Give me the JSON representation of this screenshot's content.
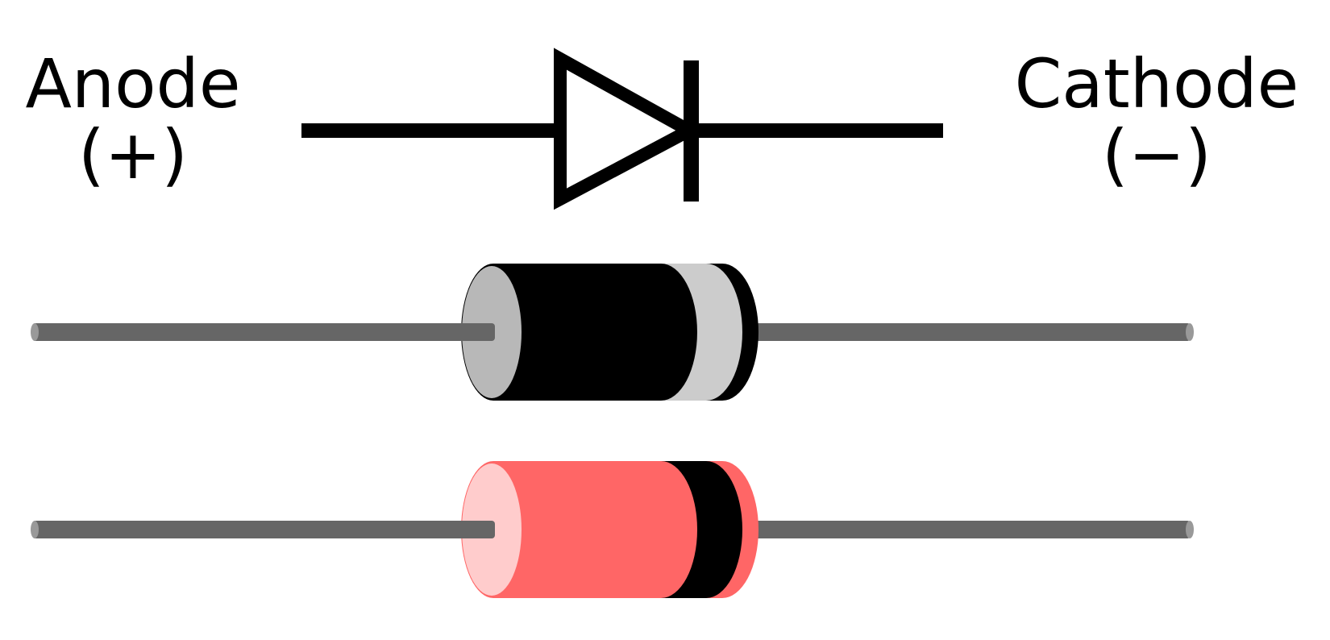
{
  "diagram": {
    "anode": {
      "label": "Anode",
      "polarity": "(+)"
    },
    "cathode": {
      "label": "Cathode",
      "polarity": "(−)"
    },
    "symbol": {
      "type": "diode"
    },
    "components": [
      {
        "body_color": "#000000",
        "band_color": "#cccccc",
        "anode_cap_color": "#b8b8b8",
        "outline_color": "#000000"
      },
      {
        "body_color": "#ff6666",
        "band_color": "#000000",
        "anode_cap_color": "#ffcccc",
        "outline_color": "#ff6666"
      }
    ],
    "lead_color": "#666666",
    "lead_end_color": "#999999"
  }
}
